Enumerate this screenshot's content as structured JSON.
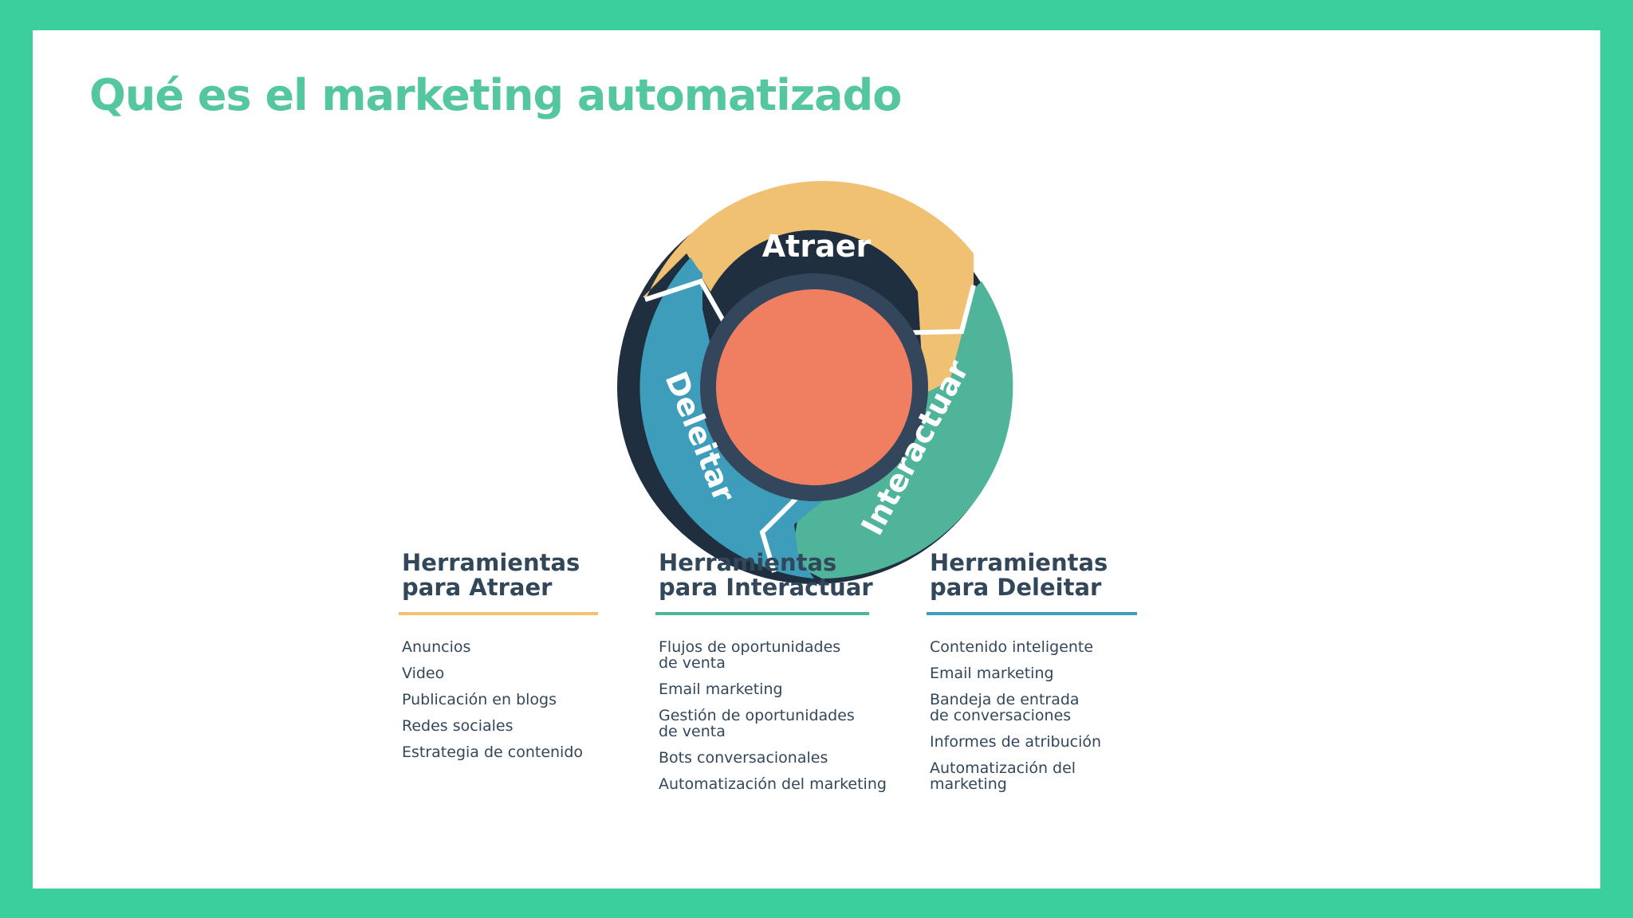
{
  "slide": {
    "title": "Qué es el marketing automatizado"
  },
  "flywheel": {
    "segments": [
      {
        "key": "attract",
        "label": "Atraer",
        "color": "#f1c173"
      },
      {
        "key": "engage",
        "label": "Interactuar",
        "color": "#4fb49a"
      },
      {
        "key": "delight",
        "label": "Deleitar",
        "color": "#3d9dba"
      }
    ],
    "core_color": "#f07f62",
    "ring_color": "#34465c"
  },
  "columns": [
    {
      "heading_line1": "Herramientas",
      "heading_line2": "para Atraer",
      "rule_color": "#f1c173",
      "items": [
        "Anuncios",
        "Video",
        "Publicación en blogs",
        "Redes sociales",
        "Estrategia de contenido"
      ]
    },
    {
      "heading_line1": "Herramientas",
      "heading_line2": "para Interactuar",
      "rule_color": "#4fb49a",
      "items": [
        "Flujos de oportunidades\nde venta",
        "Email marketing",
        "Gestión de oportunidades\nde venta",
        "Bots conversacionales",
        "Automatización del marketing"
      ]
    },
    {
      "heading_line1": "Herramientas",
      "heading_line2": "para Deleitar",
      "rule_color": "#3d9dba",
      "items": [
        "Contenido inteligente",
        "Email marketing",
        "Bandeja de entrada\nde conversaciones",
        "Informes de atribución",
        "Automatización del\nmarketing"
      ]
    }
  ]
}
